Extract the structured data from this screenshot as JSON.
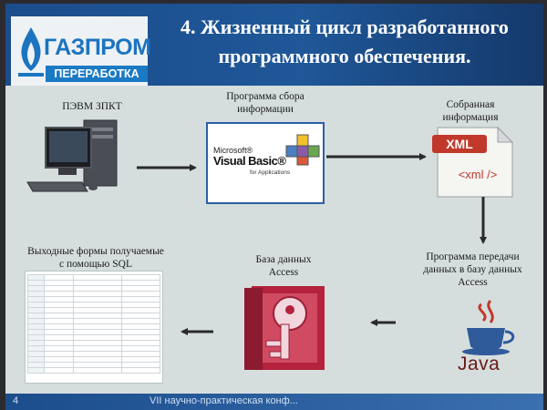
{
  "logo": {
    "line1": "ГАЗПРОМ",
    "line2": "ПЕРЕРАБОТКА",
    "brand_color": "#1c74c0"
  },
  "slide": {
    "title_line1": "4. Жизненный цикл разработанного",
    "title_line2": "программного обеспечения.",
    "title_bar_color": "#1b4d8c",
    "background_color": "#d6dedd"
  },
  "nodes": {
    "computer": {
      "label": "ПЭВМ ЗПКТ",
      "icon": "desktop-computer-icon"
    },
    "vba": {
      "label_line1": "Программа сбора",
      "label_line2": "информации",
      "logo_microsoft": "Microsoft®",
      "logo_product": "Visual Basic®",
      "logo_for_apps": "for Applications",
      "icon": "vba-cubes-icon"
    },
    "xml": {
      "label_line1": "Собранная",
      "label_line2": "информация",
      "badge": "XML",
      "tag": "<xml />",
      "icon": "xml-document-icon"
    },
    "java": {
      "label_line1": "Программа передачи",
      "label_line2": "данных в базу данных",
      "label_line3": "Access",
      "logo_text": "Java",
      "icon": "java-cup-icon"
    },
    "access": {
      "label_line1": "База данных",
      "label_line2": "Access",
      "icon": "access-key-icon"
    },
    "sql": {
      "label_line1": "Выходные формы получаемые",
      "label_line2": "с помощью SQL",
      "icon": "sql-report-table"
    }
  },
  "arrows": [
    "computer-to-vba",
    "vba-to-xml",
    "xml-to-java",
    "java-to-access",
    "access-to-sql"
  ],
  "footer": {
    "page": "4",
    "text": "VII научно-практическая конф..."
  }
}
